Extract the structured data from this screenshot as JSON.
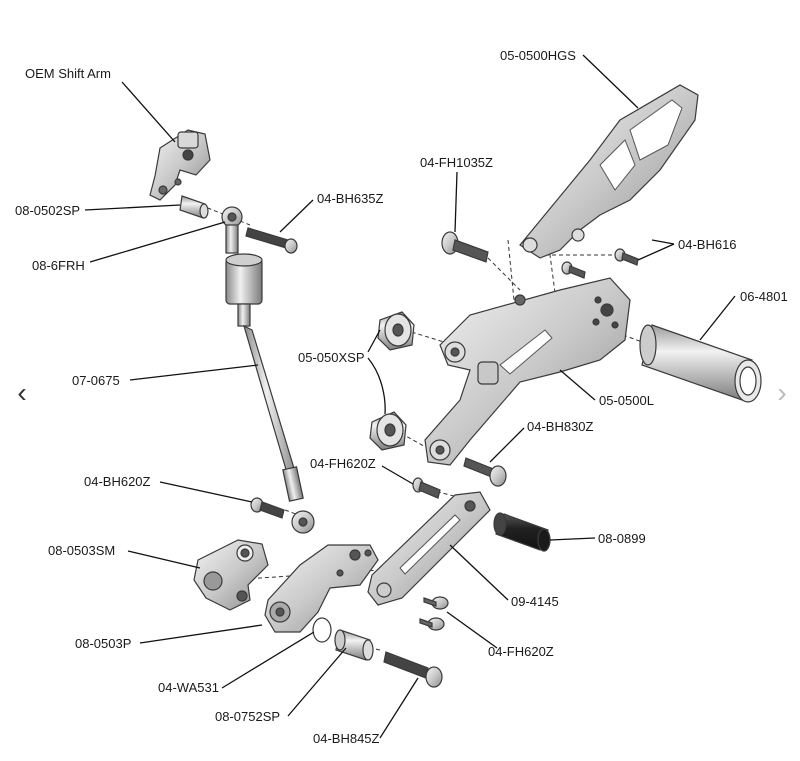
{
  "labels": {
    "oem_shift_arm": "OEM Shift Arm",
    "p_08_0502sp": "08-0502SP",
    "p_08_6frh": "08-6FRH",
    "p_04_bh635z": "04-BH635Z",
    "p_07_0675": "07-0675",
    "p_04_bh620z": "04-BH620Z",
    "p_08_0503sm": "08-0503SM",
    "p_08_0503p": "08-0503P",
    "p_04_wa531": "04-WA531",
    "p_08_0752sp": "08-0752SP",
    "p_04_bh845z": "04-BH845Z",
    "p_05_0500hgs": "05-0500HGS",
    "p_04_fh1035z": "04-FH1035Z",
    "p_04_bh616": "04-BH616",
    "p_06_4801": "06-4801",
    "p_05_050xsp": "05-050XSP",
    "p_05_0500l": "05-0500L",
    "p_04_bh830z": "04-BH830Z",
    "p_04_fh620z_top": "04-FH620Z",
    "p_08_0899": "08-0899",
    "p_09_4145": "09-4145",
    "p_04_fh620z_bottom": "04-FH620Z"
  },
  "nav": {
    "prev_icon": "‹",
    "next_icon": "›"
  },
  "colors": {
    "metal_light": "#e9e9e9",
    "metal_mid": "#bdbdbd",
    "metal_dark": "#7a7a7a",
    "black_part": "#2b2b2b"
  }
}
